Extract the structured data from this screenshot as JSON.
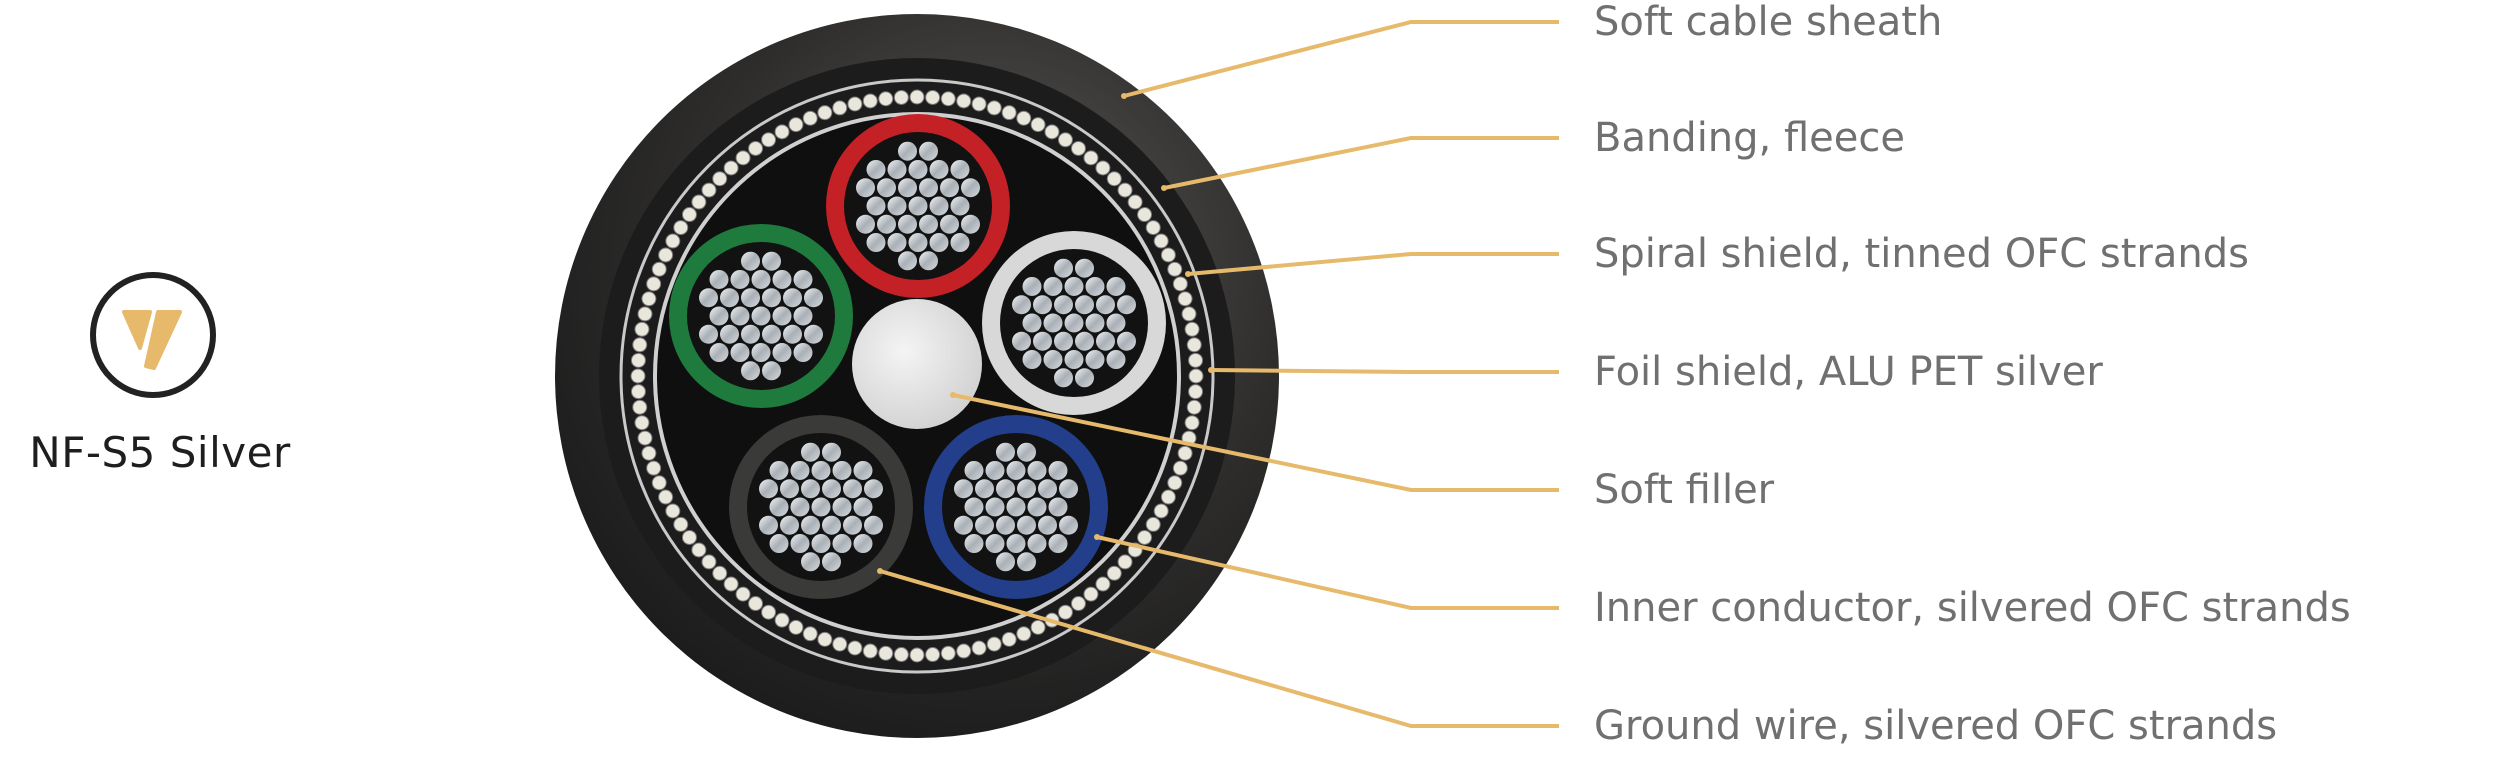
{
  "product": {
    "name": "NF-S5 Silver",
    "logo": "v-circle-logo"
  },
  "colors": {
    "leader": "#e6b96b",
    "text": "#707070",
    "jacket": "#222222",
    "logo_accent": "#e6b96b"
  },
  "conductors": [
    {
      "name": "red",
      "color": "#c42127"
    },
    {
      "name": "green",
      "color": "#1f7a3e"
    },
    {
      "name": "white",
      "color": "#d8d8d8"
    },
    {
      "name": "black",
      "color": "#3a3a38"
    },
    {
      "name": "blue",
      "color": "#233f8c"
    }
  ],
  "labels": [
    {
      "text": "Soft cable sheath"
    },
    {
      "text": "Banding, fleece"
    },
    {
      "text": "Spiral shield, tinned OFC strands"
    },
    {
      "text": "Foil shield, ALU PET silver"
    },
    {
      "text": "Soft filler"
    },
    {
      "text": "Inner conductor, silvered OFC strands"
    },
    {
      "text": "Ground wire, silvered OFC strands"
    }
  ]
}
